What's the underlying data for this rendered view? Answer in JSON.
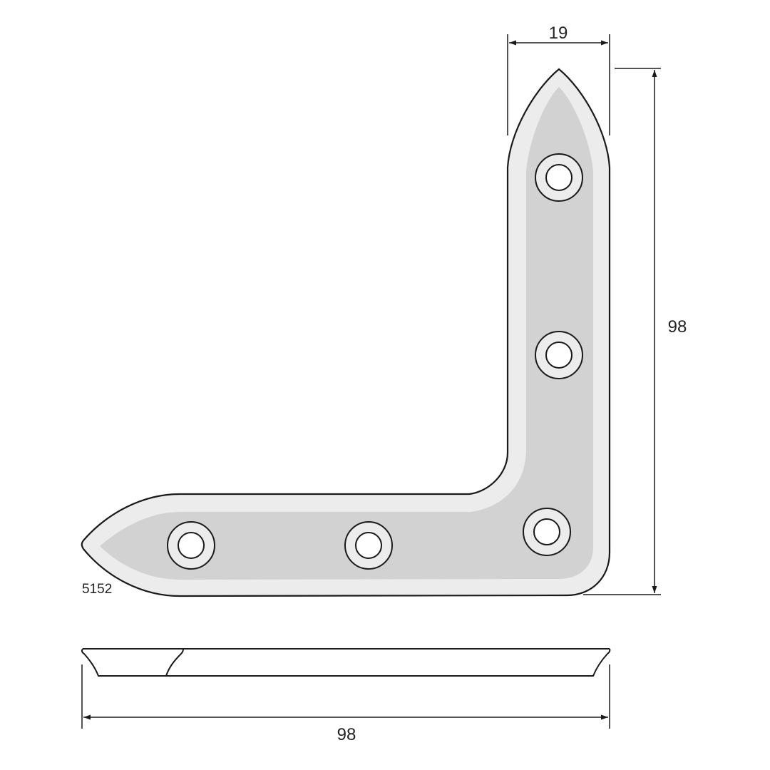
{
  "part_number": "5152",
  "dimensions": {
    "width_top": "19",
    "height_right": "98",
    "length_bottom": "98"
  },
  "colors": {
    "outline": "#1a1a1a",
    "bracket_rim": "#ececec",
    "bracket_face": "#d2d2d2"
  }
}
